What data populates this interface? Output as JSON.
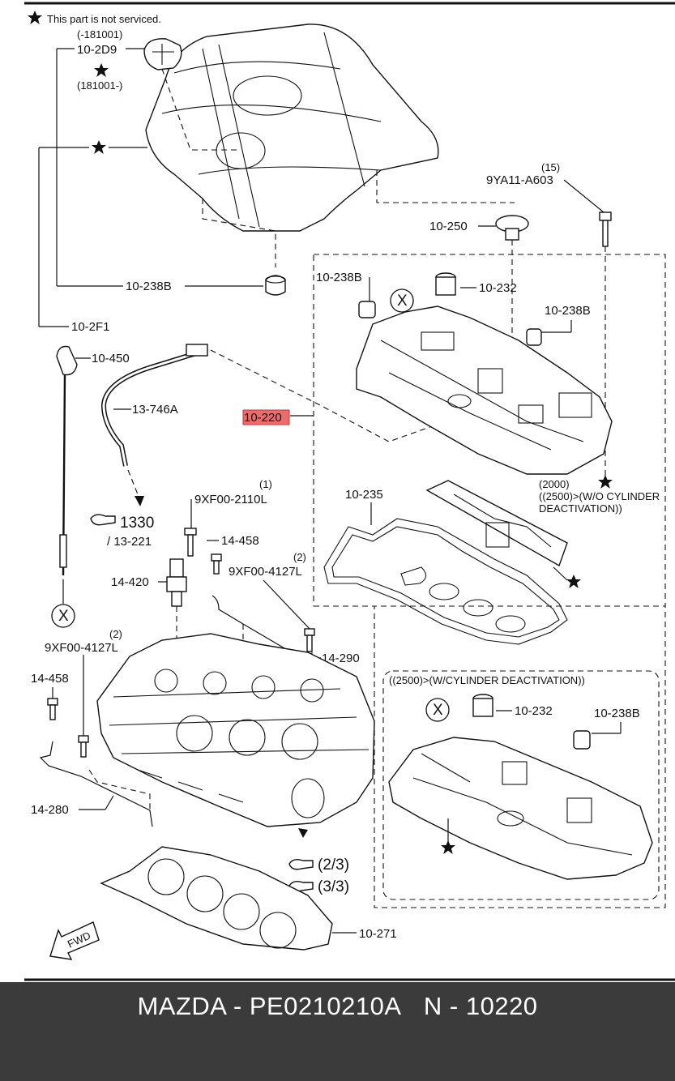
{
  "note": {
    "symbol": "★",
    "text": "This part is not serviced."
  },
  "labels": {
    "cover_date_before": "(-181001)",
    "cover_part": "10-2D9",
    "cover_date_after": "(181001-)",
    "insulator_238b": "10-238B",
    "cover_2f1": "10-2F1",
    "dipstick": "10-450",
    "hose": "13-746A",
    "ref_1330": "1330",
    "ref_13221": "/ 13-221",
    "bolt_qty1": "(1)",
    "bolt_9xf002110l": "9XF00-2110L",
    "sensor_14458a": "14-458",
    "bolt_qty2a": "(2)",
    "bolt_9xf004127l_a": "9XF00-4127L",
    "ocv_14420": "14-420",
    "bolt_qty2b": "(2)",
    "bolt_9xf004127l_b": "9XF00-4127L",
    "harness_14290": "14-290",
    "sensor_14458b": "14-458",
    "harness_14280": "14-280",
    "ref_23": "(2/3)",
    "ref_33": "(3/3)",
    "gasket_10271": "10-271",
    "fwd": "FWD",
    "bolt_qty15": "(15)",
    "bolt_9ya11": "9YA11-A603",
    "cap_10250": "10-250",
    "rocker_238b_a": "10-238B",
    "seal_10232_a": "10-232",
    "rocker_238b_b": "10-238B",
    "selected_part": "10-220",
    "gasket_10235": "10-235",
    "note_2000": "(2000)",
    "note_2500_wo": "((2500)>(W/O CYLINDER",
    "note_deact": "DEACTIVATION))",
    "inset_title": "((2500)>(W/CYLINDER DEACTIVATION))",
    "seal_10232_b": "10-232",
    "rocker_238b_c": "10-238B",
    "circle_x": "X"
  },
  "footer": {
    "brand": "MAZDA",
    "separator": "-",
    "part_number": "PE0210210A",
    "code_prefix": "N",
    "code": "10220"
  },
  "colors": {
    "highlight": "#ef6b6b",
    "footer_bg": "#3b3b3b",
    "footer_text": "#ffffff"
  }
}
